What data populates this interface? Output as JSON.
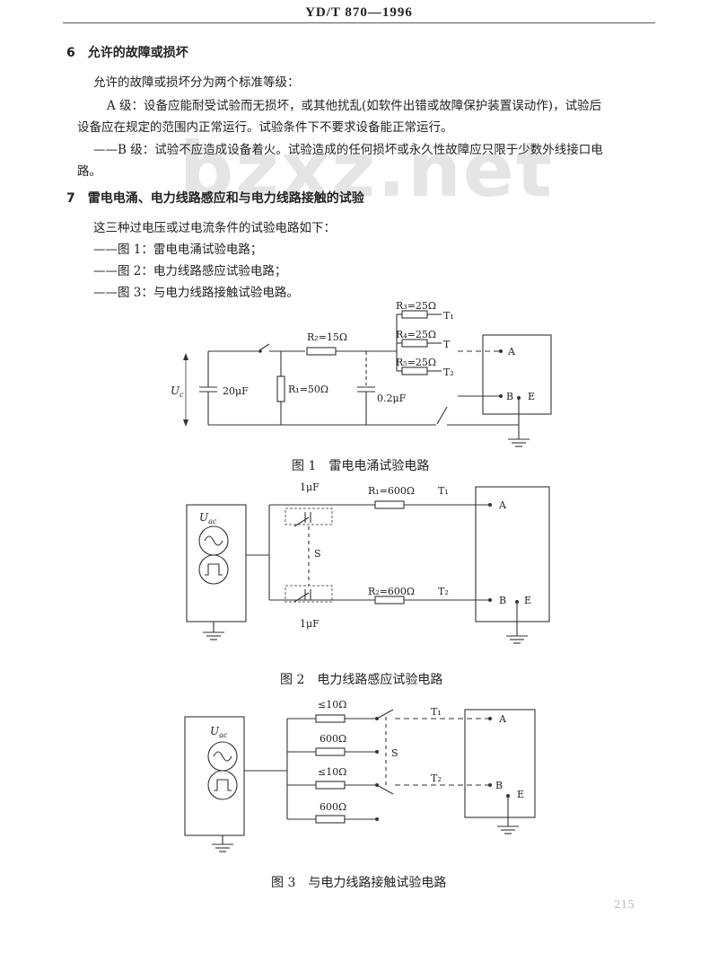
{
  "header": "YD/T 870—1996",
  "section6": {
    "heading": "6　允许的故障或损坏",
    "intro": "允许的故障或损坏分为两个标准等级：",
    "a_line1": "A 级：设备应能耐受试验而无损坏，或其他扰乱(如软件出错或故障保护装置误动作)，试验后",
    "a_line2": "设备应在规定的范围内正常运行。试验条件下不要求设备能正常运行。",
    "b_line1": "——B 级：试验不应造成设备着火。试验造成的任何损坏或永久性故障应只限于少数外线接口电",
    "b_line2": "路。"
  },
  "watermark": "bzxz.net",
  "section7": {
    "heading": "7　雷电电涌、电力线路感应和与电力线路接触的试验",
    "intro": "这三种过电压或过电流条件的试验电路如下：",
    "item1": "——图 1：雷电电涌试验电路；",
    "item2": "——图 2：电力线路感应试验电路；",
    "item3": "——图 3：与电力线路接触试验电路。"
  },
  "fig1": {
    "uc": "U",
    "uc_sub": "c",
    "cap1": "20μF",
    "r1": "R₁=50Ω",
    "r2": "R₂=15Ω",
    "cap2": "0.2μF",
    "r3": "R₃=25Ω",
    "r4": "R₄=25Ω",
    "r5": "R₅=25Ω",
    "t1": "T₁",
    "t": "T",
    "t2": "T₂",
    "a": "A",
    "b": "B",
    "e": "E",
    "caption": "图 1　雷电电涌试验电路"
  },
  "fig2": {
    "uac": "U",
    "uac_sub": "ac",
    "cap_top": "1μF",
    "cap_bot": "1μF",
    "s": "S",
    "r1": "R₁=600Ω",
    "r2": "R₂=600Ω",
    "t1": "T₁",
    "t2": "T₂",
    "a": "A",
    "b": "B",
    "e": "E",
    "caption": "图 2　电力线路感应试验电路"
  },
  "fig3": {
    "uac": "U",
    "uac_sub": "ac",
    "r_a": "≤10Ω",
    "r_b": "600Ω",
    "r_c": "≤10Ω",
    "r_d": "600Ω",
    "s": "S",
    "t1": "T₁",
    "t2": "T₂",
    "a": "A",
    "b": "B",
    "e": "E",
    "caption": "图 3　与电力线路接触试验电路"
  },
  "page_number": "215"
}
